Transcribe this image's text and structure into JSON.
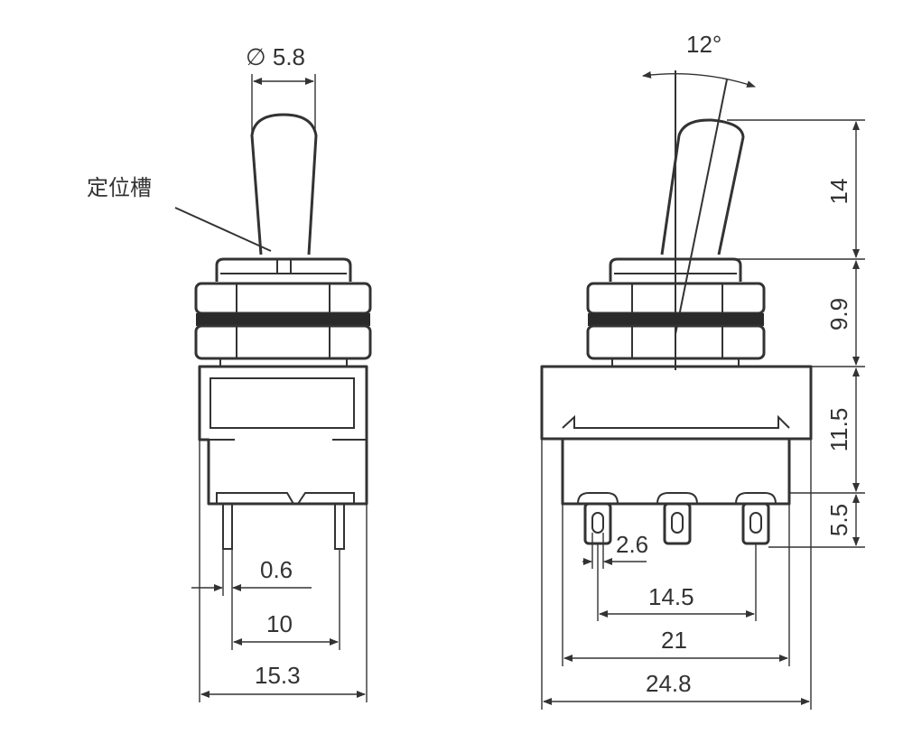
{
  "labels": {
    "slot_note": "定位槽",
    "dia": "∅ 5.8",
    "tilt": "12°",
    "lead_width": "0.6",
    "pitch_front": "10",
    "width_front": "15.3",
    "h_lever": "14",
    "h_bushing": "9.9",
    "h_body": "11.5",
    "h_terminal": "5.5",
    "hole": "2.6",
    "pitch_side": "14.5",
    "inner_width": "21",
    "outer_width": "24.8"
  },
  "colors": {
    "line": "#333333",
    "background": "#ffffff"
  }
}
